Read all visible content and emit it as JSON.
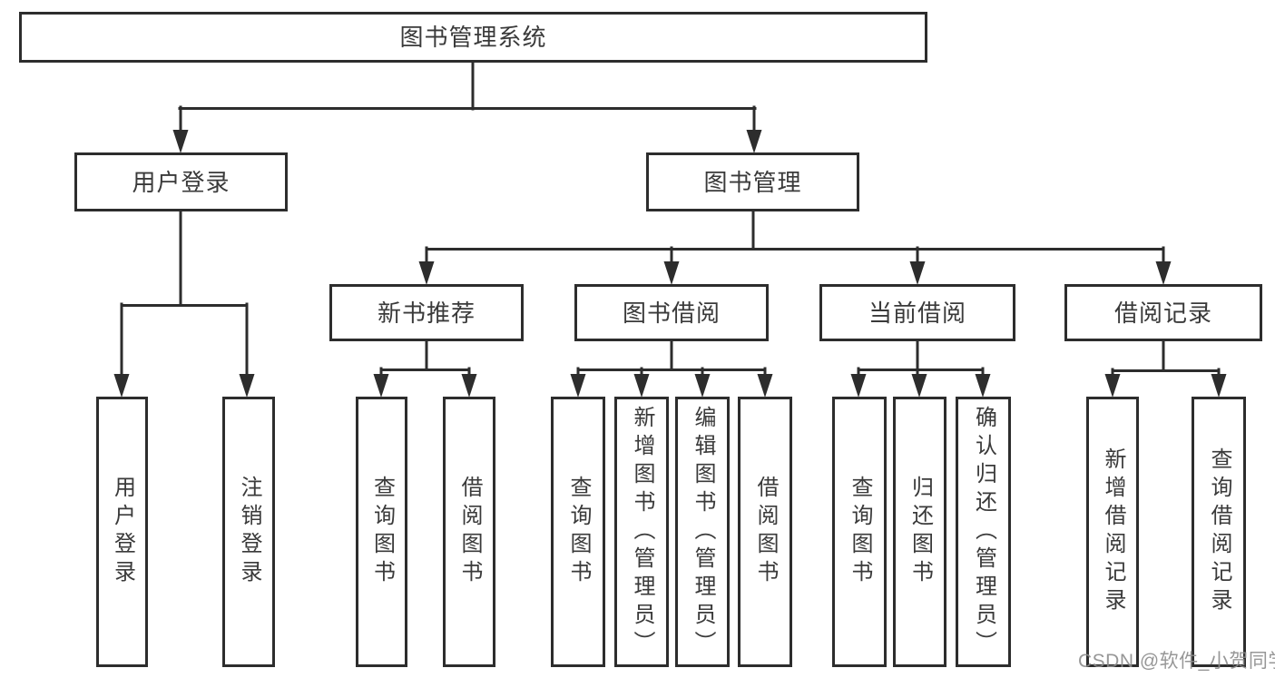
{
  "tree": {
    "root": {
      "label": "图书管理系统"
    },
    "branches": [
      {
        "label": "用户登录",
        "children": [
          {
            "label": "用户登录"
          },
          {
            "label": "注销登录"
          }
        ]
      },
      {
        "label": "图书管理",
        "children": [
          {
            "label": "新书推荐",
            "children": [
              {
                "label": "查询图书"
              },
              {
                "label": "借阅图书"
              }
            ]
          },
          {
            "label": "图书借阅",
            "children": [
              {
                "label": "查询图书"
              },
              {
                "label": "新增图书（管理员）"
              },
              {
                "label": "编辑图书（管理员）"
              },
              {
                "label": "借阅图书"
              }
            ]
          },
          {
            "label": "当前借阅",
            "children": [
              {
                "label": "查询图书"
              },
              {
                "label": "归还图书"
              },
              {
                "label": "确认归还（管理员）"
              }
            ]
          },
          {
            "label": "借阅记录",
            "children": [
              {
                "label": "新增借阅记录"
              },
              {
                "label": "查询借阅记录"
              }
            ]
          }
        ]
      }
    ]
  },
  "watermark": {
    "text": "CSDN @软件_小贺同学"
  },
  "colors": {
    "line": "#2d2d2d",
    "text": "#3a3a3a",
    "background": "#ffffff",
    "watermark": "#8c8c8c"
  }
}
